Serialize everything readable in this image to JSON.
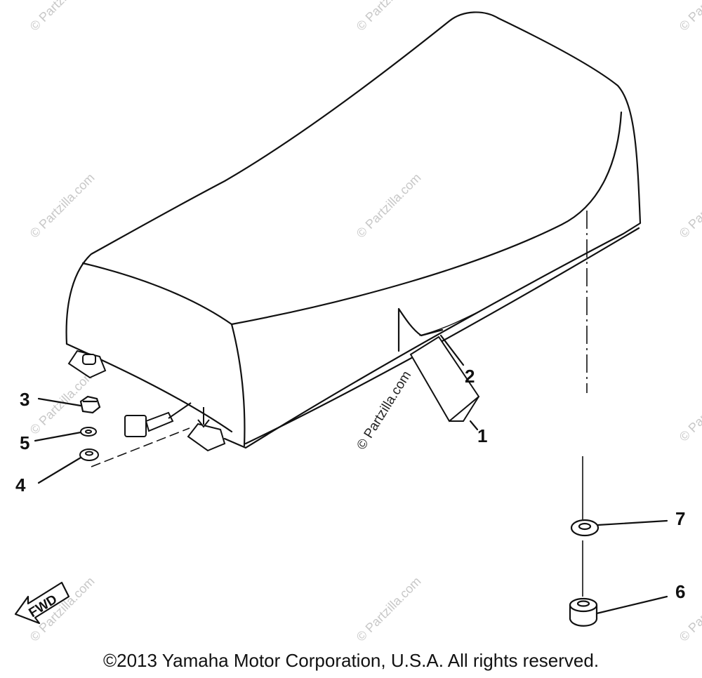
{
  "callouts": [
    {
      "id": "1",
      "label": "1"
    },
    {
      "id": "2",
      "label": "2"
    },
    {
      "id": "3",
      "label": "3"
    },
    {
      "id": "4",
      "label": "4"
    },
    {
      "id": "5",
      "label": "5"
    },
    {
      "id": "6",
      "label": "6"
    },
    {
      "id": "7",
      "label": "7"
    }
  ],
  "fwd_label": "FWD",
  "watermark_main": "© Partzilla.com",
  "watermark_small": "© Partzilla.com",
  "copyright": "©2013 Yamaha Motor Corporation, U.S.A. All rights reserved."
}
